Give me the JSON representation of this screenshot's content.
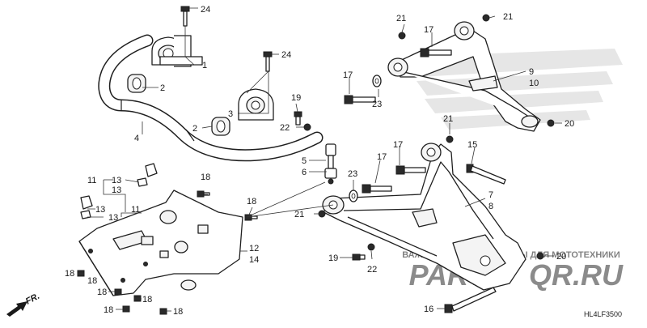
{
  "diagram": {
    "code": "HL4LF3500",
    "direction_label": "FR."
  },
  "watermark": {
    "subtitle": "ВАЖНЕЙШИЕ АКСЕССУАРЫ ДЛЯ МОТОТЕХНИКИ",
    "brand_left": "PARTS",
    "brand_right": "QR.RU",
    "color": "#e8283c"
  },
  "callouts": [
    {
      "id": "c24a",
      "text": "24"
    },
    {
      "id": "c1",
      "text": "1"
    },
    {
      "id": "c2a",
      "text": "2"
    },
    {
      "id": "c4",
      "text": "4"
    },
    {
      "id": "c24b",
      "text": "24"
    },
    {
      "id": "c3",
      "text": "3"
    },
    {
      "id": "c2b",
      "text": "2"
    },
    {
      "id": "c19a",
      "text": "19"
    },
    {
      "id": "c22a",
      "text": "22"
    },
    {
      "id": "c5",
      "text": "5"
    },
    {
      "id": "c6",
      "text": "6"
    },
    {
      "id": "c11a",
      "text": "11"
    },
    {
      "id": "c13a",
      "text": "13"
    },
    {
      "id": "c13b",
      "text": "13"
    },
    {
      "id": "c18a",
      "text": "18"
    },
    {
      "id": "c18b",
      "text": "18"
    },
    {
      "id": "c13c",
      "text": "13"
    },
    {
      "id": "c13d",
      "text": "13"
    },
    {
      "id": "c11b",
      "text": "11"
    },
    {
      "id": "c12",
      "text": "12"
    },
    {
      "id": "c14",
      "text": "14"
    },
    {
      "id": "c18c",
      "text": "18"
    },
    {
      "id": "c18d",
      "text": "18"
    },
    {
      "id": "c18e",
      "text": "18"
    },
    {
      "id": "c18f",
      "text": "18"
    },
    {
      "id": "c18g",
      "text": "18"
    },
    {
      "id": "c18h",
      "text": "18"
    },
    {
      "id": "c18i",
      "text": "18"
    },
    {
      "id": "c21a",
      "text": "21"
    },
    {
      "id": "c21b",
      "text": "21"
    },
    {
      "id": "c17a",
      "text": "17"
    },
    {
      "id": "c9",
      "text": "9"
    },
    {
      "id": "c10",
      "text": "10"
    },
    {
      "id": "c17b",
      "text": "17"
    },
    {
      "id": "c23a",
      "text": "23"
    },
    {
      "id": "c21c",
      "text": "21"
    },
    {
      "id": "c20a",
      "text": "20"
    },
    {
      "id": "c17c",
      "text": "17"
    },
    {
      "id": "c15",
      "text": "15"
    },
    {
      "id": "c17d",
      "text": "17"
    },
    {
      "id": "c23b",
      "text": "23"
    },
    {
      "id": "c7",
      "text": "7"
    },
    {
      "id": "c8",
      "text": "8"
    },
    {
      "id": "c21d",
      "text": "21"
    },
    {
      "id": "c19b",
      "text": "19"
    },
    {
      "id": "c22b",
      "text": "22"
    },
    {
      "id": "c20b",
      "text": "20"
    },
    {
      "id": "c16",
      "text": "16"
    }
  ]
}
